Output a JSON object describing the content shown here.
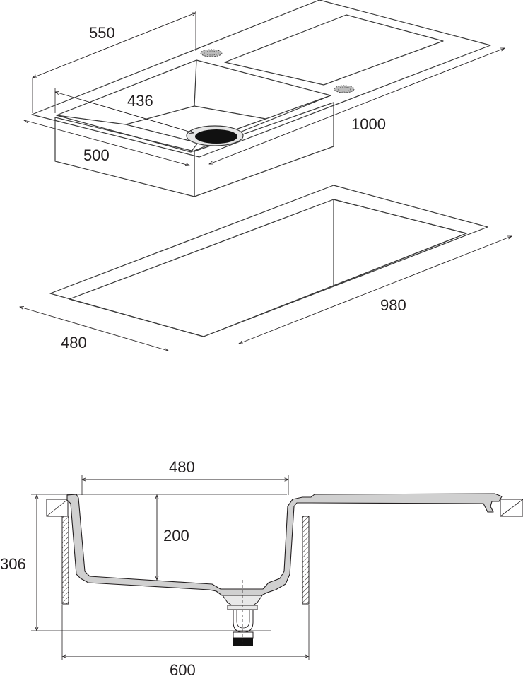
{
  "colors": {
    "background": "#ffffff",
    "line": "#231f20",
    "surface_light": "#f2f2f2",
    "surface_mid": "#e4e4e4",
    "surface_dark": "#cfcfcf",
    "drain": "#111111"
  },
  "dimensions": {
    "sink_depth_front": "550",
    "bowl_width": "436",
    "sink_width_total": "1000",
    "bowl_length": "500",
    "cutout_depth": "480",
    "cutout_length": "980",
    "section_bowl_width": "480",
    "section_bowl_depth": "200",
    "section_total_height": "306",
    "section_cabinet_width": "600"
  }
}
